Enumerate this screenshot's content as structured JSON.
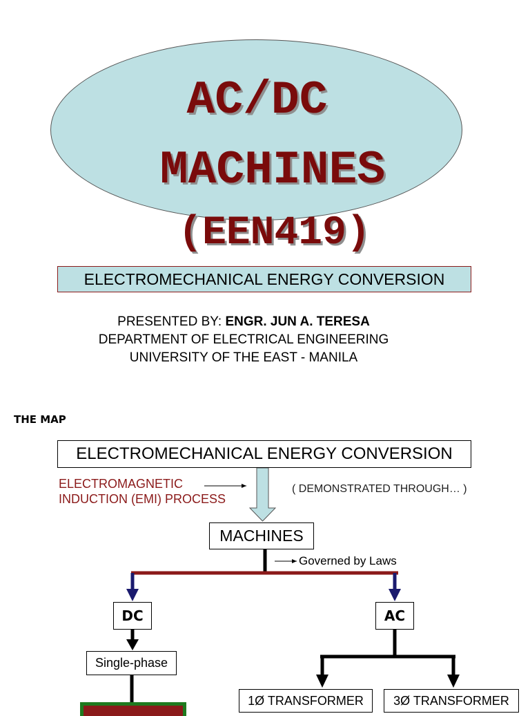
{
  "slide1": {
    "title_line1": "AC/DC",
    "title_line2": "MACHINES",
    "course_code": "(EEN419)",
    "subtitle": "ELECTROMECHANICAL ENERGY CONVERSION",
    "presented_by_label": "PRESENTED BY: ",
    "presenter_name": "ENGR. JUN A. TERESA",
    "department": "DEPARTMENT OF ELECTRICAL ENGINEERING",
    "university": "UNIVERSITY OF THE EAST - MANILA"
  },
  "slide2": {
    "heading": "THE MAP",
    "root": "ELECTROMECHANICAL ENERGY CONVERSION",
    "emi_line1": "ELECTROMAGNETIC",
    "emi_line2": "INDUCTION (EMI) PROCESS",
    "demonstrated": "( DEMONSTRATED THROUGH… )",
    "machines": "MACHINES",
    "laws": "Governed by Laws",
    "dc": "DC",
    "ac": "AC",
    "single_phase": "Single-phase",
    "transformer_1": "1Ø TRANSFORMER",
    "transformer_3": "3Ø TRANSFORMER"
  },
  "colors": {
    "title": "#7a0b0b",
    "ellipse_fill": "#bde0e3",
    "emi_text": "#8b1a1a",
    "branch_line": "#8b1a1a",
    "branch_arrow": "#1a1a6e",
    "down_arrow_fill": "#bde0e3",
    "green_frame": "#1f7a1f"
  }
}
